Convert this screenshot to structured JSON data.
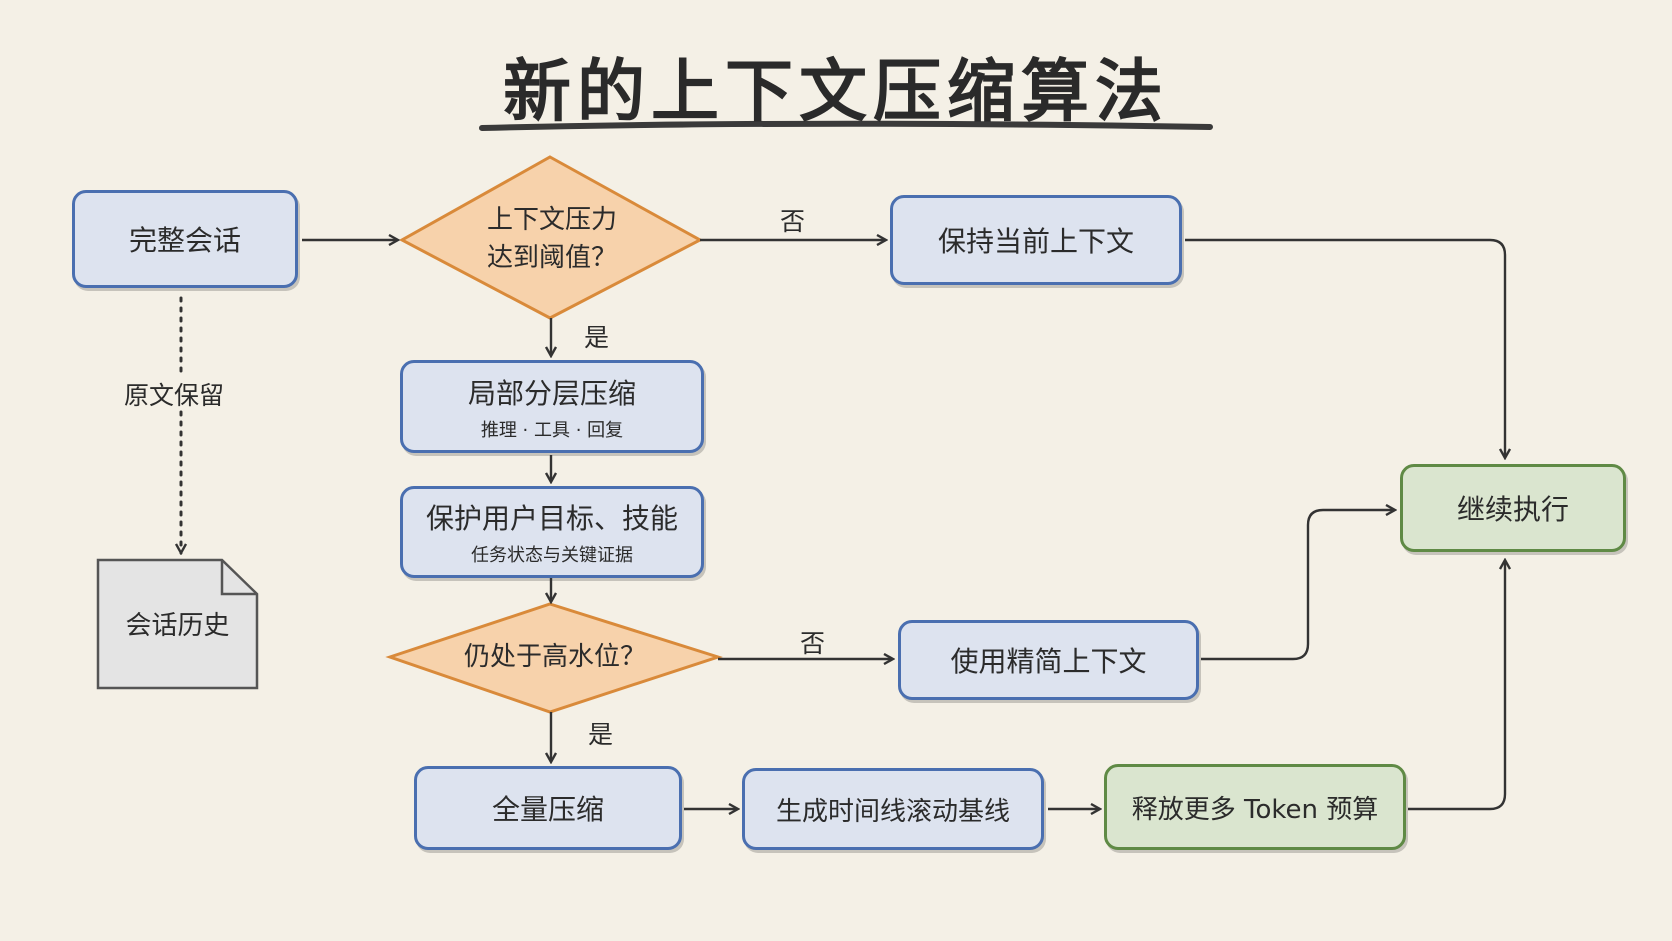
{
  "title": "新的上下文压缩算法",
  "nodes": {
    "full_session": "完整会话",
    "decision1_line1": "上下文压力",
    "decision1_line2": "达到阈值？",
    "keep_context": "保持当前上下文",
    "local_compress": "局部分层压缩",
    "local_compress_sub": "推理 · 工具 · 回复",
    "protect": "保护用户目标、技能",
    "protect_sub": "任务状态与关键证据",
    "decision2": "仍处于高水位？",
    "use_slim": "使用精简上下文",
    "full_compress": "全量压缩",
    "timeline": "生成时间线滚动基线",
    "release": "释放更多 Token 预算",
    "continue": "继续执行",
    "history": "会话历史"
  },
  "labels": {
    "keep_original": "原文保留",
    "no_1": "否",
    "yes_1": "是",
    "no_2": "否",
    "yes_2": "是"
  },
  "colors": {
    "blue_border": "#4a6fb0",
    "blue_fill": "#dde3ef",
    "orange_border": "#d98a3a",
    "orange_fill": "#f7d2ab",
    "green_border": "#5f8a45",
    "green_fill": "#dae5cf",
    "background": "#f4f0e6"
  }
}
